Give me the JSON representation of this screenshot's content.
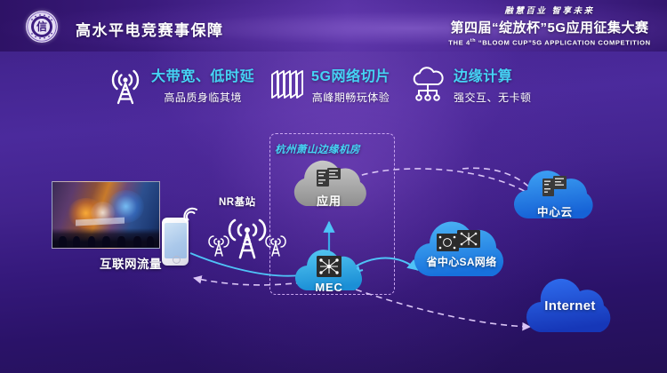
{
  "header": {
    "logo_name": "circular-emblem-logo",
    "logo_glyph": "信",
    "title": "高水平电竞赛事保障",
    "banner": {
      "tagline": "融慧百业  智享未来",
      "title": "第四届“绽放杯”5G应用征集大赛",
      "subtitle_pre": "THE 4",
      "subtitle_sup": "th",
      "subtitle_post": " “BLOOM CUP”5G APPLICATION COMPETITION"
    }
  },
  "features": [
    {
      "icon": "cell-tower-icon",
      "title": "大带宽、低时延",
      "subtitle": "高品质身临其境"
    },
    {
      "icon": "network-slice-icon",
      "title": "5G网络切片",
      "subtitle": "高峰期畅玩体验"
    },
    {
      "icon": "edge-cloud-icon",
      "title": "边缘计算",
      "subtitle": "强交互、无卡顿"
    }
  ],
  "diagram": {
    "edge_zone_label": "杭州萧山边缘机房",
    "traffic_label": "互联网流量",
    "base_station_label": "NR基站",
    "photo_caption": "esports-arena-photo",
    "nodes": [
      {
        "id": "app",
        "label": "应用",
        "icon": "server-stack-icon",
        "color": "#a8a8a8"
      },
      {
        "id": "mec",
        "label": "MEC",
        "icon": "network-mesh-icon",
        "color": "#3bb6ee"
      },
      {
        "id": "sa",
        "label": "省中心SA网络",
        "icon": "network-mesh-icon",
        "color": "#2f9ef0"
      },
      {
        "id": "center",
        "label": "中心云",
        "icon": "server-stack-icon",
        "color": "#2a8ef0"
      },
      {
        "id": "internet",
        "label": "Internet",
        "icon": "",
        "color": "#2359d8"
      }
    ]
  },
  "colors": {
    "accent_cyan": "#45d4f5",
    "bg_purple": "#43248f",
    "dashed_border": "#c9a6f0",
    "link_blue": "#4fc3f7"
  }
}
